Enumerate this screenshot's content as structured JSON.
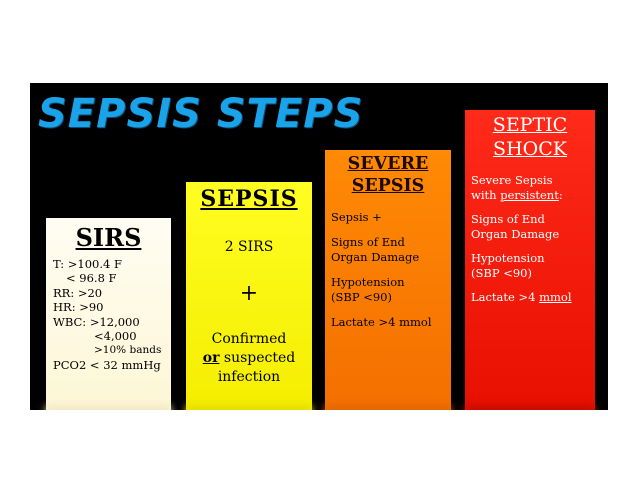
{
  "title": "SEPSIS STEPS",
  "colors": {
    "title": "#1aa3e8",
    "sirs": "#fdf8de",
    "sepsis": "#fffb10",
    "severe": "#ff8000",
    "shock": "#f41e0e",
    "background": "#000000"
  },
  "sirs": {
    "heading": "SIRS",
    "lines": [
      "T: >100.4 F",
      "< 96.8 F",
      "RR: >20",
      "HR: >90",
      "WBC: >12,000",
      "<4,000",
      ">10% bands",
      "PCO2 < 32 mmHg"
    ]
  },
  "sepsis": {
    "heading": "SEPSIS",
    "criteria": "2 SIRS",
    "plus": "+",
    "confirmed": "Confirmed",
    "or": "or",
    "suspected": "suspected",
    "infection": "infection"
  },
  "severe": {
    "heading_line1": "SEVERE",
    "heading_line2": "SEPSIS",
    "line1": "Sepsis +",
    "line2a": "Signs of End",
    "line2b": "Organ Damage",
    "line3a": "Hypotension",
    "line3b": "(SBP <90)",
    "line4": "Lactate >4 mmol"
  },
  "shock": {
    "heading_line1": "SEPTIC",
    "heading_line2": "SHOCK",
    "line1a": "Severe Sepsis",
    "line1b_prefix": "with ",
    "line1b_emph": "persistent",
    "line1b_suffix": ":",
    "line2a": "Signs of End",
    "line2b": "Organ Damage",
    "line3a": "Hypotension",
    "line3b": "(SBP <90)",
    "line4_prefix": "Lactate >4 ",
    "line4_emph": "mmol"
  }
}
